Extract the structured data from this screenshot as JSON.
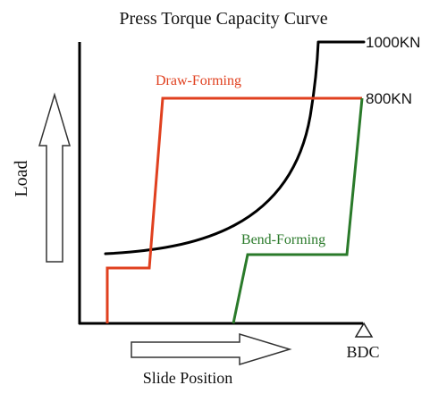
{
  "title": "Press Torque Capacity Curve",
  "y_axis_label": "Load",
  "x_axis_label": "Slide Position",
  "bdc_label": "BDC",
  "curves": {
    "torque": {
      "label_1000": "1000KN",
      "label_800": "800KN",
      "color": "#000000"
    },
    "draw_forming": {
      "label": "Draw-Forming",
      "color": "#e0401f"
    },
    "bend_forming": {
      "label": "Bend-Forming",
      "color": "#2a7a2a"
    }
  }
}
